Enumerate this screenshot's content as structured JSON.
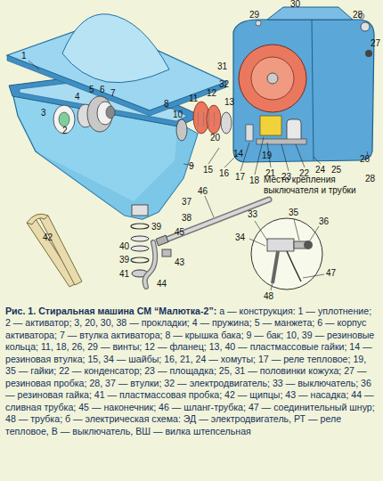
{
  "diagram": {
    "title": "Рис. 1. Стиральная машина СМ “Малютка-2”:",
    "caption": "а — конструкция: 1 — уплотнение; 2 — активатор; 3, 20, 30, 38 — прокладки; 4 — пружина; 5 — манжета; 6 — корпус активатора; 7 — втулка активатора; 8 — крышка бака; 9 — бак; 10, 39 — резиновые кольца; 11, 18, 26, 29 — винты; 12 — фланец; 13, 40 — пластмассовые гайки; 14 — резиновая втулка; 15, 34 — шайбы; 16, 21, 24 — хомуты; 17 — реле тепловое; 19, 35 — гайки; 22 — конденсатор; 23 — площадка; 25, 31 — половинки кожуха; 27 — резиновая пробка; 28, 37 — втулки; 32 — электродвигатель; 33 — выключатель; 36 — резиновая гайка; 41 — пластмассовая пробка; 42 — щипцы; 43 — насадка; 44 — сливная трубка; 45 — наконечник; 46 — шланг-трубка; 47 — соединительный шнур; 48 — трубка; б — электрическая схема: ЭД — электродвигатель, РТ — реле тепловое, В — выключатель, ВШ — вилка штепсельная",
    "labels": [
      "1",
      "2",
      "3",
      "4",
      "5",
      "6",
      "7",
      "8",
      "9",
      "10",
      "11",
      "12",
      "13",
      "14",
      "15",
      "16",
      "17",
      "18",
      "19",
      "20",
      "21",
      "22",
      "23",
      "24",
      "25",
      "26",
      "27",
      "28",
      "28",
      "29",
      "30",
      "31",
      "32",
      "33",
      "34",
      "35",
      "36",
      "37",
      "38",
      "39",
      "40",
      "39",
      "41",
      "42",
      "43",
      "44",
      "45",
      "46",
      "47",
      "48",
      "Место крепления выключателя и трубки"
    ]
  }
}
